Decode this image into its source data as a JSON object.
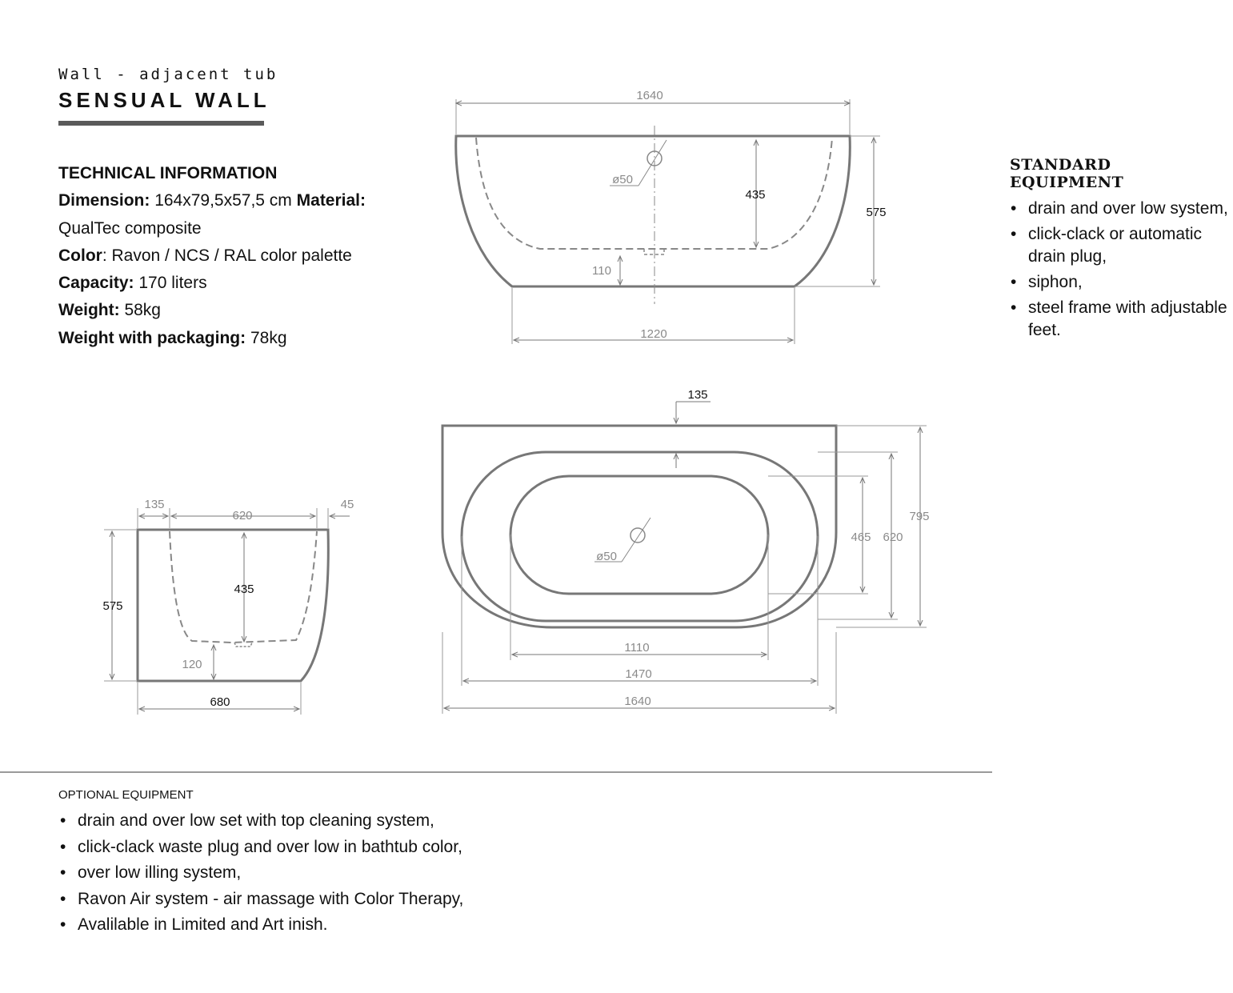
{
  "header": {
    "subtitle": "Wall - adjacent tub",
    "title": "SENSUAL WALL"
  },
  "technical": {
    "heading": "TECHNICAL INFORMATION",
    "dimension_label": "Dimension:",
    "dimension_value": "164x79,5x57,5 cm",
    "material_label": "Material:",
    "material_value": "QualTec composite",
    "color_label": "Color",
    "color_value": ": Ravon / NCS / RAL color palette",
    "capacity_label": "Capacity:",
    "capacity_value": "170 liters",
    "weight_label": "Weight:",
    "weight_value": "58kg",
    "weight_pack_label": "Weight with packaging:",
    "weight_pack_value": "78kg"
  },
  "standard": {
    "heading": "STANDARD EQUIPMENT",
    "items": [
      "drain and over low system,",
      "click-clack or automatic drain plug,",
      "siphon,",
      "steel frame with adjustable feet."
    ]
  },
  "optional": {
    "heading": "OPTIONAL EQUIPMENT",
    "items": [
      "drain and over low set with top cleaning system,",
      "click-clack waste plug and over low in bathtub color,",
      "over low  illing system,",
      "Ravon Air system - air massage with Color Therapy,",
      "Avalilable in Limited and Art  inish."
    ]
  },
  "drawings": {
    "front": {
      "top_width": "1640",
      "height": "575",
      "inner_depth": "435",
      "drain_diameter": "ø50",
      "base_height": "110",
      "base_width": "1220"
    },
    "side": {
      "left_offset": "135",
      "inner_width": "620",
      "right_offset": "45",
      "height": "575",
      "inner_depth": "435",
      "base_height": "120",
      "base_width": "680"
    },
    "top": {
      "back_wall": "135",
      "drain_diameter": "ø50",
      "inner_length": "1110",
      "rim_length": "1470",
      "total_length": "1640",
      "inner_width": "465",
      "rim_width": "620",
      "total_width": "795"
    }
  }
}
